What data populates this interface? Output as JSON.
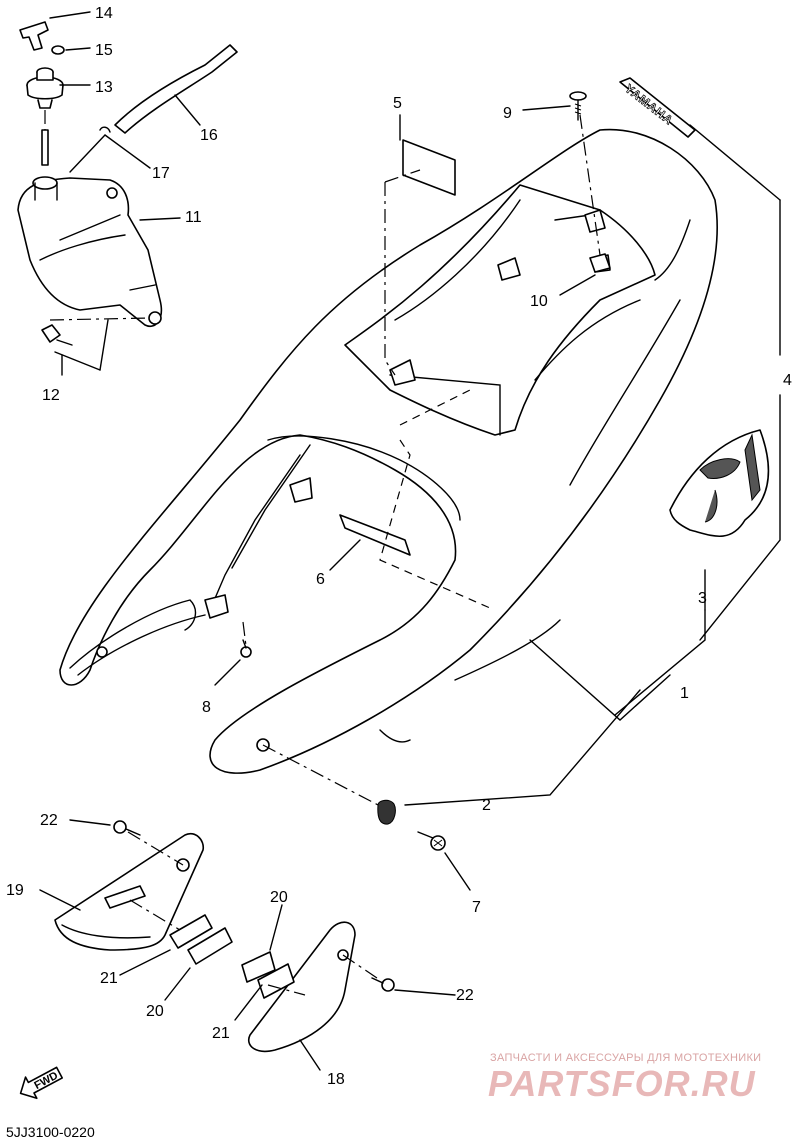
{
  "callouts": [
    "1",
    "2",
    "3",
    "4",
    "5",
    "6",
    "7",
    "8",
    "9",
    "10",
    "11",
    "12",
    "13",
    "14",
    "15",
    "16",
    "17",
    "18",
    "19",
    "20",
    "21",
    "22"
  ],
  "diagram_code": "5JJ3100-0220",
  "fwd_label": "FWD",
  "logo_text": "YAMAHA",
  "watermark": {
    "caption": "ЗАПЧАСТИ И АКСЕССУАРЫ ДЛЯ МОТОТЕХНИКИ",
    "brand": "PARTSFOR.RU"
  }
}
